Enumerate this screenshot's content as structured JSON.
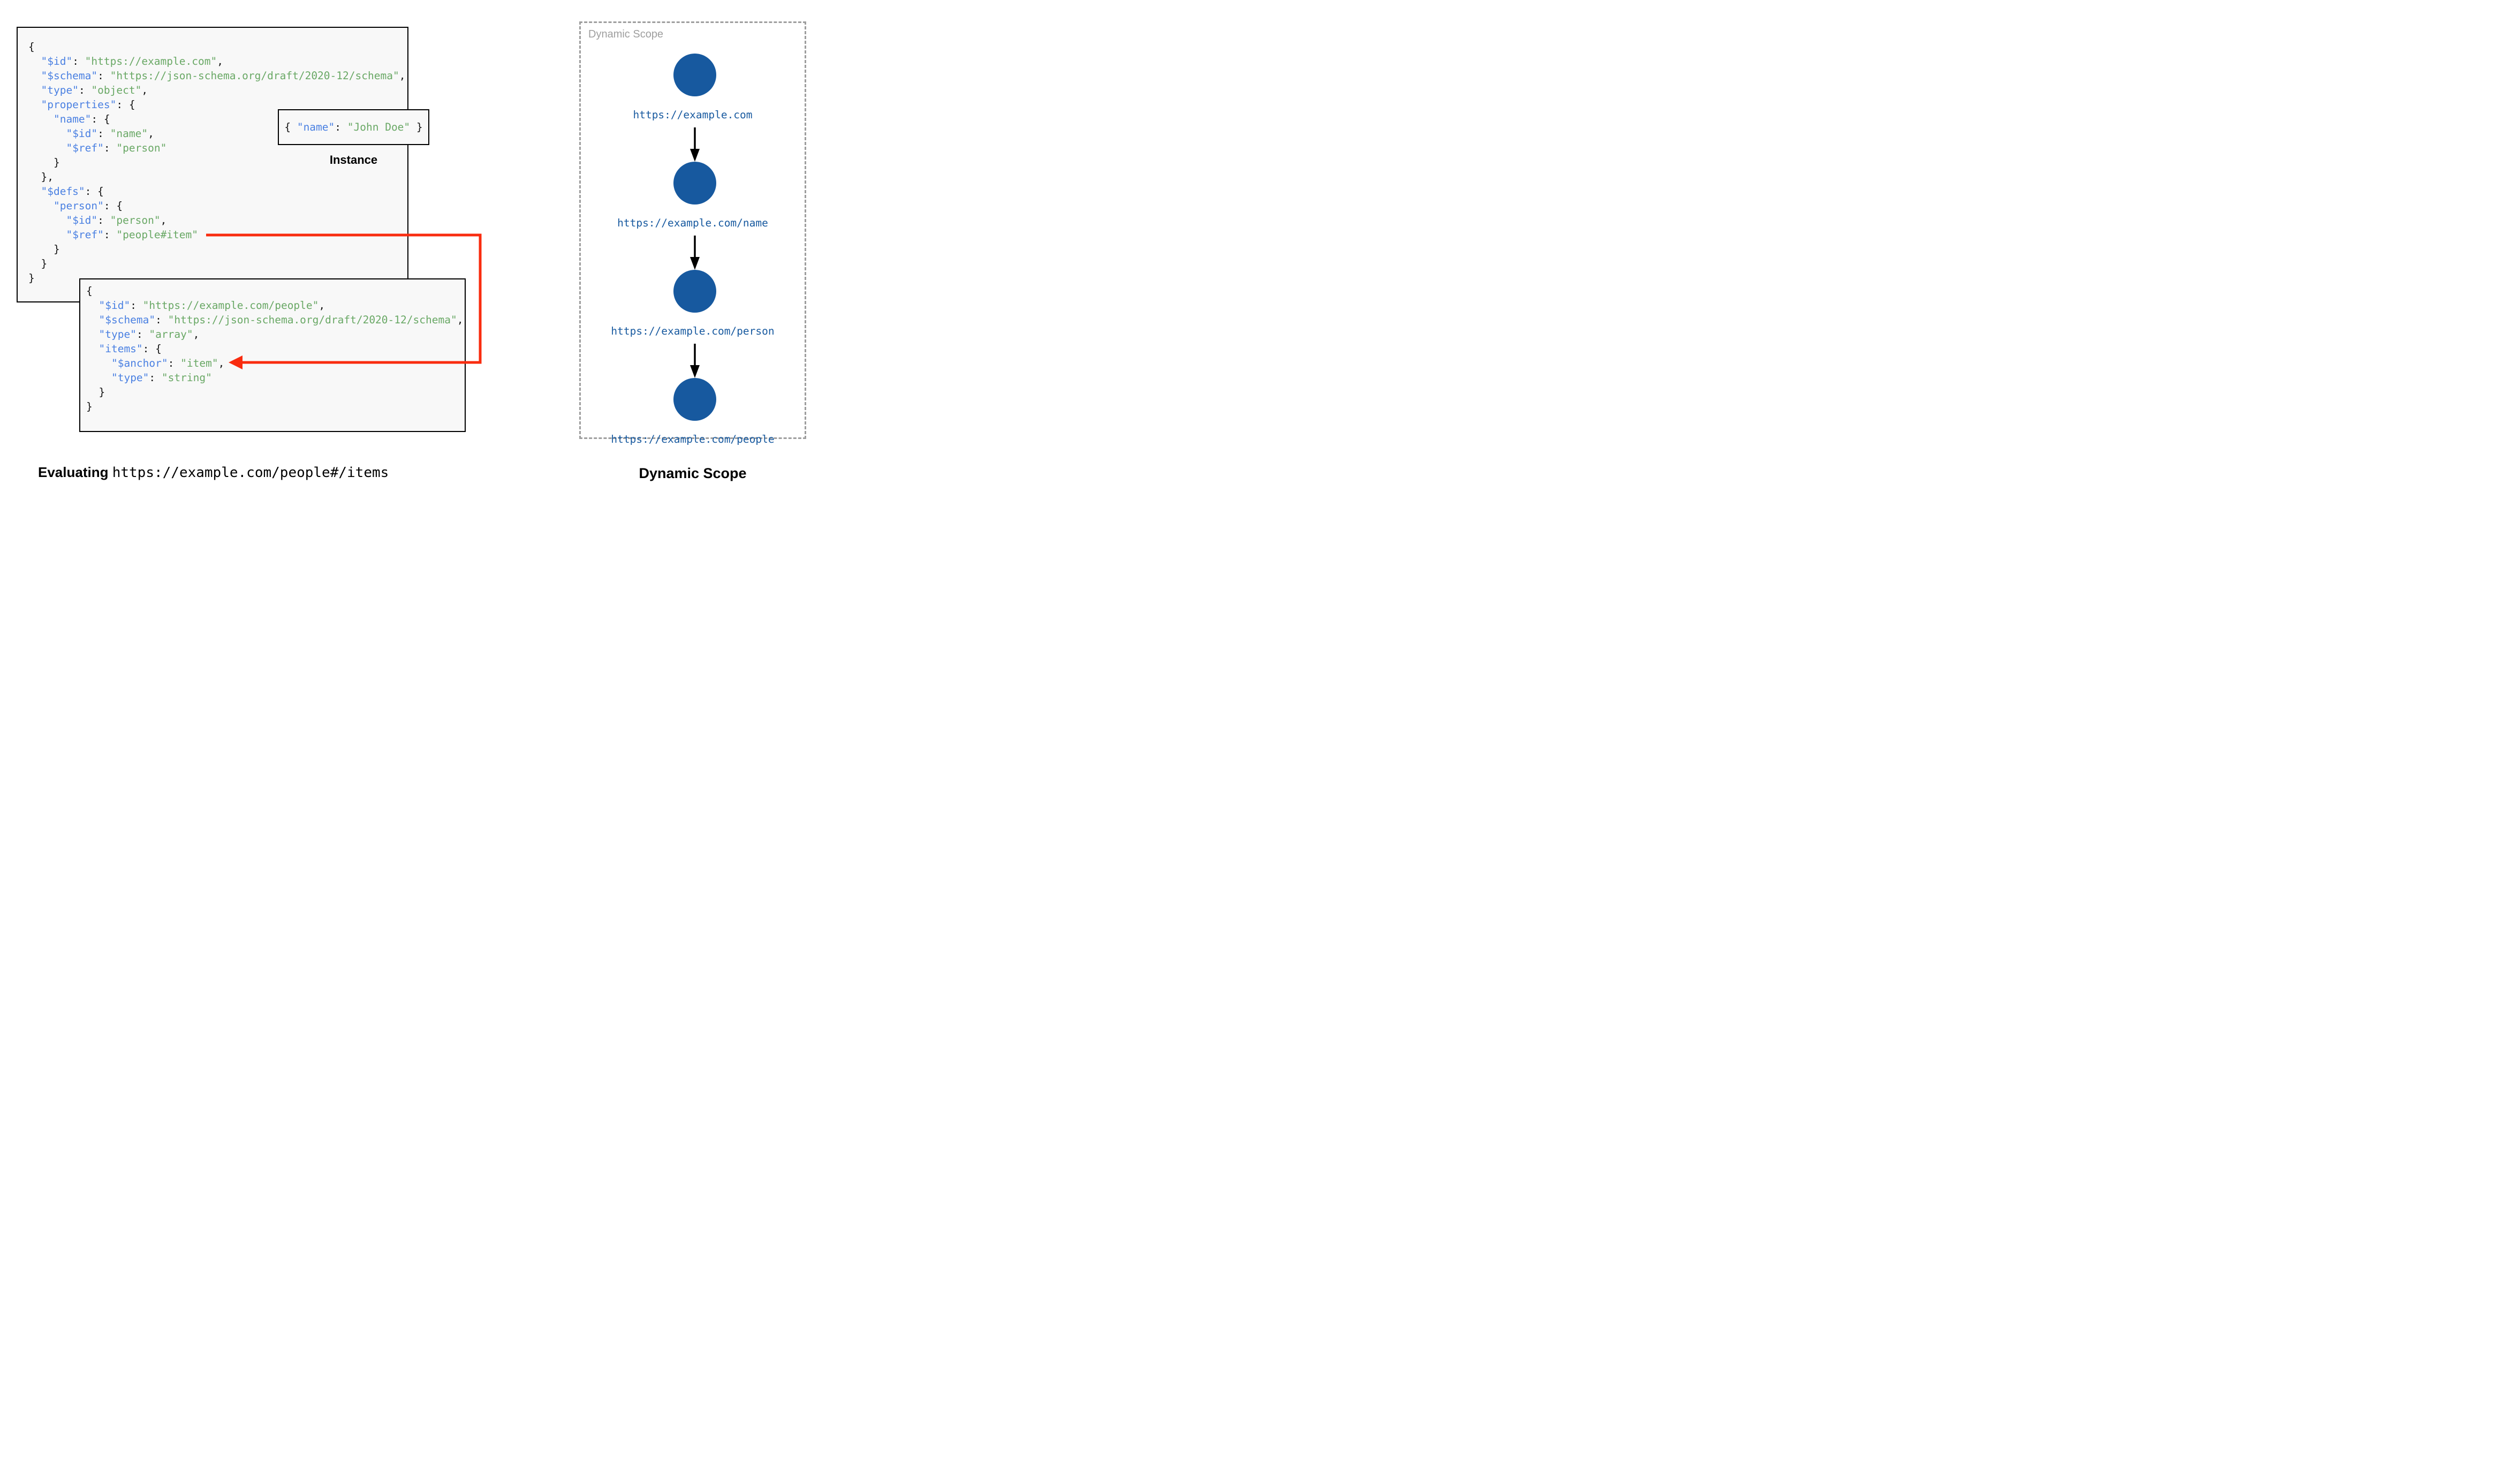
{
  "colors": {
    "code_key_blue": "#4a80e2",
    "code_string_green": "#69a865",
    "code_punct_black": "#151515",
    "code_background": "#f8f8f8",
    "box_border_black": "#000000",
    "reference_arrow_red": "#f92c0f",
    "scope_node_blue": "#17599f",
    "scope_border_gray": "#9e9e9e"
  },
  "schema_root": {
    "lines": [
      [
        [
          "p",
          "{"
        ]
      ],
      [
        [
          "p",
          "  "
        ],
        [
          "k",
          "\"$id\""
        ],
        [
          "p",
          ": "
        ],
        [
          "s",
          "\"https://example.com\""
        ],
        [
          "p",
          ","
        ]
      ],
      [
        [
          "p",
          "  "
        ],
        [
          "k",
          "\"$schema\""
        ],
        [
          "p",
          ": "
        ],
        [
          "s",
          "\"https://json-schema.org/draft/2020-12/schema\""
        ],
        [
          "p",
          ","
        ]
      ],
      [
        [
          "p",
          "  "
        ],
        [
          "k",
          "\"type\""
        ],
        [
          "p",
          ": "
        ],
        [
          "s",
          "\"object\""
        ],
        [
          "p",
          ","
        ]
      ],
      [
        [
          "p",
          "  "
        ],
        [
          "k",
          "\"properties\""
        ],
        [
          "p",
          ": {"
        ]
      ],
      [
        [
          "p",
          "    "
        ],
        [
          "k",
          "\"name\""
        ],
        [
          "p",
          ": {"
        ]
      ],
      [
        [
          "p",
          "      "
        ],
        [
          "k",
          "\"$id\""
        ],
        [
          "p",
          ": "
        ],
        [
          "s",
          "\"name\""
        ],
        [
          "p",
          ","
        ]
      ],
      [
        [
          "p",
          "      "
        ],
        [
          "k",
          "\"$ref\""
        ],
        [
          "p",
          ": "
        ],
        [
          "s",
          "\"person\""
        ]
      ],
      [
        [
          "p",
          "    }"
        ]
      ],
      [
        [
          "p",
          "  },"
        ]
      ],
      [
        [
          "p",
          "  "
        ],
        [
          "k",
          "\"$defs\""
        ],
        [
          "p",
          ": {"
        ]
      ],
      [
        [
          "p",
          "    "
        ],
        [
          "k",
          "\"person\""
        ],
        [
          "p",
          ": {"
        ]
      ],
      [
        [
          "p",
          "      "
        ],
        [
          "k",
          "\"$id\""
        ],
        [
          "p",
          ": "
        ],
        [
          "s",
          "\"person\""
        ],
        [
          "p",
          ","
        ]
      ],
      [
        [
          "p",
          "      "
        ],
        [
          "k",
          "\"$ref\""
        ],
        [
          "p",
          ": "
        ],
        [
          "s",
          "\"people#item\""
        ]
      ],
      [
        [
          "p",
          "    }"
        ]
      ],
      [
        [
          "p",
          "  }"
        ]
      ],
      [
        [
          "p",
          "}"
        ]
      ]
    ]
  },
  "schema_people": {
    "lines": [
      [
        [
          "p",
          "{"
        ]
      ],
      [
        [
          "p",
          "  "
        ],
        [
          "k",
          "\"$id\""
        ],
        [
          "p",
          ": "
        ],
        [
          "s",
          "\"https://example.com/people\""
        ],
        [
          "p",
          ","
        ]
      ],
      [
        [
          "p",
          "  "
        ],
        [
          "k",
          "\"$schema\""
        ],
        [
          "p",
          ": "
        ],
        [
          "s",
          "\"https://json-schema.org/draft/2020-12/schema\""
        ],
        [
          "p",
          ","
        ]
      ],
      [
        [
          "p",
          "  "
        ],
        [
          "k",
          "\"type\""
        ],
        [
          "p",
          ": "
        ],
        [
          "s",
          "\"array\""
        ],
        [
          "p",
          ","
        ]
      ],
      [
        [
          "p",
          "  "
        ],
        [
          "k",
          "\"items\""
        ],
        [
          "p",
          ": {"
        ]
      ],
      [
        [
          "p",
          "    "
        ],
        [
          "k",
          "\"$anchor\""
        ],
        [
          "p",
          ": "
        ],
        [
          "s",
          "\"item\""
        ],
        [
          "p",
          ","
        ]
      ],
      [
        [
          "p",
          "    "
        ],
        [
          "k",
          "\"type\""
        ],
        [
          "p",
          ": "
        ],
        [
          "s",
          "\"string\""
        ]
      ],
      [
        [
          "p",
          "  }"
        ]
      ],
      [
        [
          "p",
          "}"
        ]
      ]
    ]
  },
  "instance": {
    "lines": [
      [
        [
          "p",
          "{ "
        ],
        [
          "k",
          "\"name\""
        ],
        [
          "p",
          ": "
        ],
        [
          "s",
          "\"John Doe\""
        ],
        [
          "p",
          " }"
        ]
      ]
    ],
    "label": "Instance"
  },
  "dynamic_scope": {
    "panel_label": "Dynamic Scope",
    "nodes": [
      {
        "label": "https://example.com"
      },
      {
        "label": "https://example.com/name"
      },
      {
        "label": "https://example.com/person"
      },
      {
        "label": "https://example.com/people"
      }
    ],
    "caption": "Dynamic Scope"
  },
  "evaluating": {
    "prefix": "Evaluating",
    "uri": "https://example.com/people#/items"
  }
}
